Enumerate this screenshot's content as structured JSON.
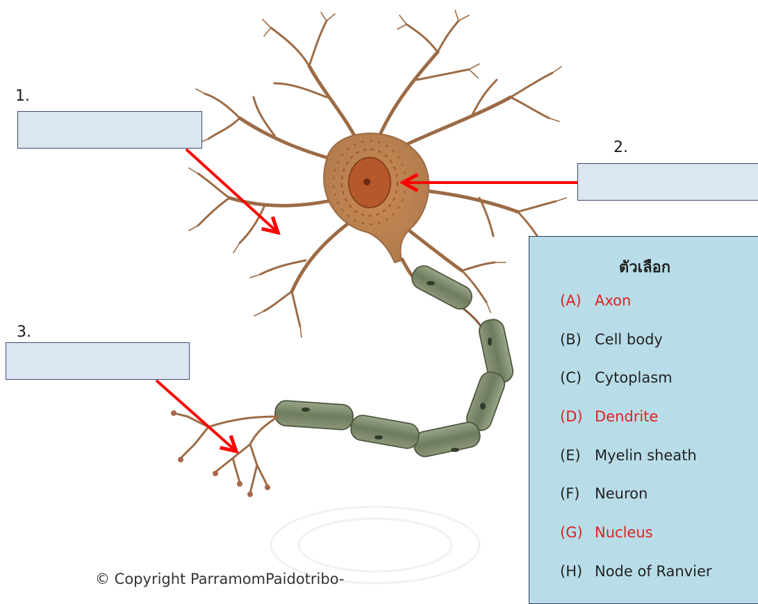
{
  "labels": [
    {
      "number": "1."
    },
    {
      "number": "2."
    },
    {
      "number": "3."
    }
  ],
  "options": {
    "title": "ตัวเลือก",
    "items": [
      {
        "code": "(A)",
        "text": "Axon",
        "color": "#e02020"
      },
      {
        "code": "(B)",
        "text": "Cell body",
        "color": "#222222"
      },
      {
        "code": "(C)",
        "text": "Cytoplasm",
        "color": "#222222"
      },
      {
        "code": "(D)",
        "text": "Dendrite",
        "color": "#e02020"
      },
      {
        "code": "(E)",
        "text": "Myelin sheath",
        "color": "#222222"
      },
      {
        "code": "(F)",
        "text": "Neuron",
        "color": "#222222"
      },
      {
        "code": "(G)",
        "text": "Nucleus",
        "color": "#e02020"
      },
      {
        "code": "(H)",
        "text": "Node of Ranvier",
        "color": "#222222"
      }
    ]
  },
  "footer": {
    "copyright": "© Copyright ParramomPaidotribo-"
  },
  "colors": {
    "arrow": "#ff0000",
    "box_fill": "#dce6f2",
    "panel_fill": "#b8dde8",
    "neuron_body": "#b98556",
    "myelin": "#7d8a6a"
  }
}
